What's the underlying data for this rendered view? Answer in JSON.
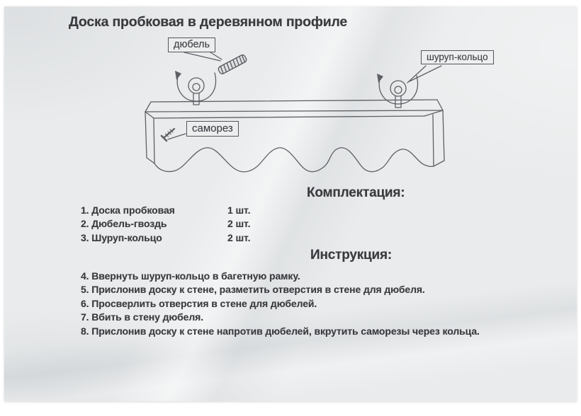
{
  "document": {
    "title": "Доска пробковая в деревянном профиле",
    "callouts": {
      "dowel": "дюбель",
      "screw_ring": "шуруп-кольцо",
      "screw": "саморез"
    },
    "package": {
      "heading": "Комплектация:",
      "items": [
        {
          "name": "1. Доска пробковая",
          "qty": "1 шт."
        },
        {
          "name": "2. Дюбель-гвоздь",
          "qty": "2 шт."
        },
        {
          "name": "3. Шуруп-кольцо",
          "qty": "2 шт."
        }
      ]
    },
    "instructions": {
      "heading": "Инструкция:",
      "steps": [
        "4. Ввернуть шуруп-кольцо в багетную рамку.",
        "5. Прислонив доску к стене, разметить отверстия в стене для дюбеля.",
        "6. Просверлить отверстия в стене для дюбелей.",
        "7. Вбить в стену дюбеля.",
        "8. Прислонив доску к стене напротив дюбелей, вкрутить саморезы через кольца."
      ]
    }
  },
  "colors": {
    "paper": "#e9ebec",
    "photo_background": "#ffffff",
    "ink": "#3a3a3e",
    "sketch_line": "#54545a"
  }
}
